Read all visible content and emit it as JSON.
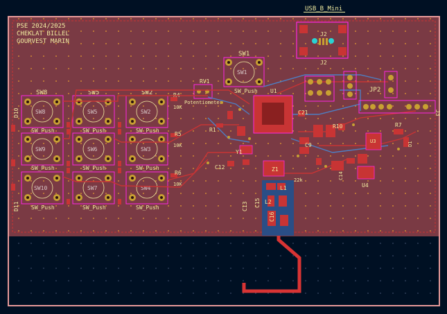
{
  "app": {
    "title": "KiCad PCB Editor"
  },
  "silkscreen_notes": {
    "line1": "PSE 2024/2025",
    "line2": "CHEKLAT BILLEL",
    "line3": "GOURVEST MARIN"
  },
  "connector": {
    "footprint_label": "USB_B_Mini",
    "ref": "J2"
  },
  "switches": [
    {
      "ref": "SW1",
      "value": "SW_Push"
    },
    {
      "ref": "SW2",
      "value": "SW_Push"
    },
    {
      "ref": "SW3",
      "value": "SW_Push"
    },
    {
      "ref": "SW4",
      "value": "SW_Push"
    },
    {
      "ref": "SW5",
      "value": "SW_Push"
    },
    {
      "ref": "SW6",
      "value": "SW_Push"
    },
    {
      "ref": "SW7",
      "value": "SW_Push"
    },
    {
      "ref": "SW8",
      "value": "SW_Push"
    },
    {
      "ref": "SW9",
      "value": "SW_Push"
    },
    {
      "ref": "SW10",
      "value": "SW_Push"
    }
  ],
  "parts": {
    "rv1": "RV1",
    "rv1_value": "Potentiometer",
    "u1": "U1",
    "z1": "Z1",
    "jp2": "JP2",
    "r4": "R4",
    "r5": "R5",
    "r6": "R6",
    "r7": "R7",
    "r1": "R1",
    "r10": "R10",
    "r_value": "10K",
    "r22k": "22k",
    "c12": "C12",
    "c13": "C13",
    "c14": "C14",
    "c15": "C15",
    "c16": "C16",
    "c21": "C21",
    "c9": "C9",
    "u3": "U3",
    "u4": "U4",
    "l1": "L1",
    "l2": "L2",
    "d1": "D1",
    "d11": "D11",
    "d10": "D10",
    "y1": "Y1",
    "j3": "J3"
  },
  "colors": {
    "background": "#001023",
    "board_fill": "#7a3a44",
    "front_copper": "#c83434",
    "back_copper": "#4d7fc4",
    "silkscreen": "#f2eda1",
    "courtyard": "#ff26e2",
    "pad": "#c8a032"
  }
}
